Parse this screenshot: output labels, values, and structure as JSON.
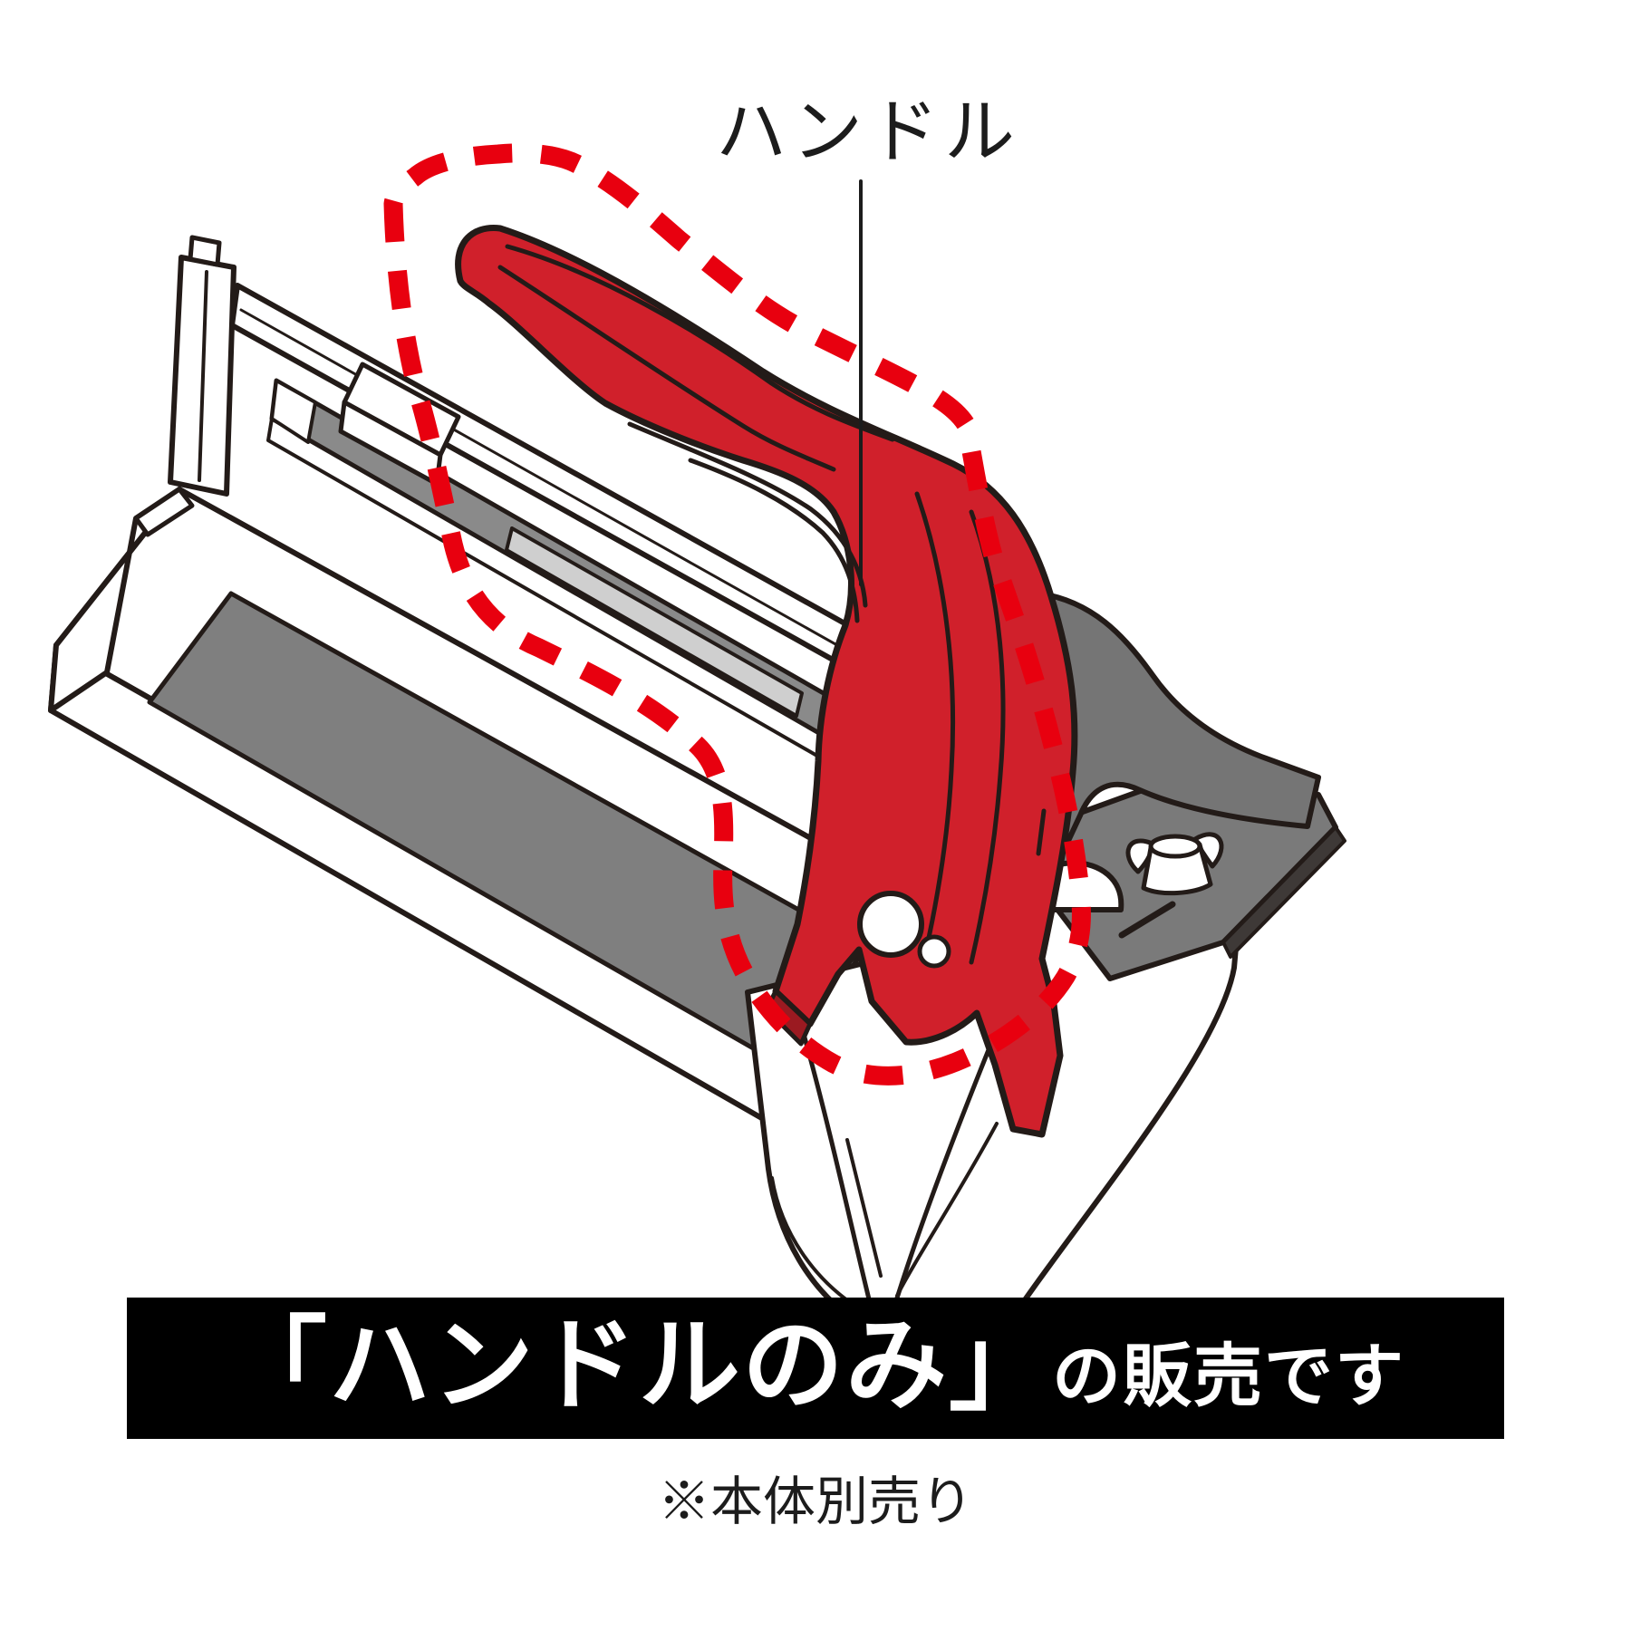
{
  "label": {
    "text": "ハンドル"
  },
  "banner": {
    "highlight": "「ハンドルのみ」",
    "rest": "の販売です"
  },
  "footnote": {
    "text": "※本体別売り"
  },
  "illustration": {
    "name": "tile-cutter-handle-diagram",
    "subject": "manual tile cutter with replacement lever handle highlighted",
    "colors": {
      "handle": "#d0202b",
      "handle_shadow": "#9b1a21",
      "dash": "#e8000f",
      "outline": "#231b18",
      "pad": "#7f7f7f",
      "channel": "#8a8a8a",
      "slot": "#cfcfcf",
      "arm": "#757575",
      "plate": "#7a7a7a",
      "plate_edge": "#3e3937",
      "banner_bg": "#000000",
      "banner_fg": "#ffffff",
      "text": "#1c1c1c"
    }
  }
}
